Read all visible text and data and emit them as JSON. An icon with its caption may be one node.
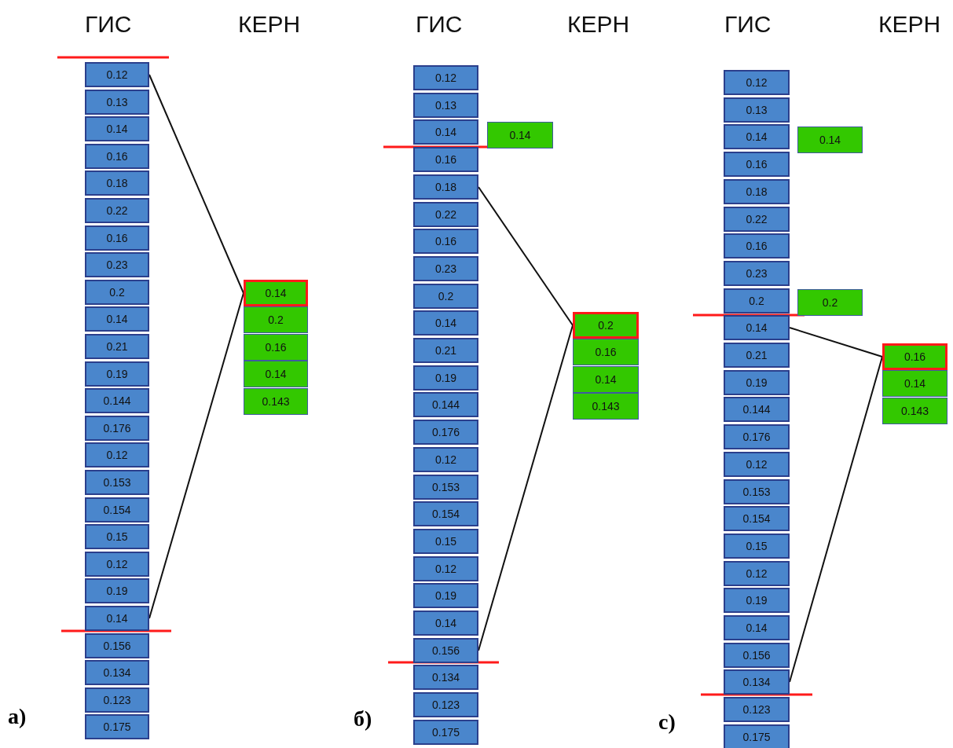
{
  "diagram": {
    "nodes": [
      {
        "text": [
          "0.12"
        ]
      },
      {
        "text": [
          "0.13"
        ]
      },
      {
        "text": [
          "0.14"
        ]
      },
      {
        "text": [
          "0.16"
        ]
      },
      {
        "text": [
          "0.18"
        ]
      },
      {
        "text": [
          "0.22"
        ]
      },
      {
        "text": [
          "0.16"
        ]
      },
      {
        "text": [
          "0.23"
        ]
      },
      {
        "text": [
          "0.2"
        ]
      },
      {
        "text": [
          "0.14"
        ]
      },
      {
        "text": [
          "0.21"
        ]
      },
      {
        "text": [
          "0.19"
        ]
      },
      {
        "text": [
          "0.144"
        ]
      },
      {
        "text": [
          "0.176"
        ]
      },
      {
        "text": [
          "0.12"
        ]
      },
      {
        "text": [
          "0.153"
        ]
      },
      {
        "text": [
          "0.154"
        ]
      },
      {
        "text": [
          "0.15"
        ]
      },
      {
        "text": [
          "0.12"
        ]
      },
      {
        "text": [
          "0.19"
        ]
      },
      {
        "text": [
          "0.14"
        ]
      },
      {
        "text": [
          "0.156"
        ]
      },
      {
        "text": [
          "0.134"
        ]
      },
      {
        "text": [
          "0.123"
        ]
      },
      {
        "text": [
          "0.175"
        ]
      },
      {
        "text": [
          "0.14"
        ]
      },
      {
        "text": [
          "0.2"
        ]
      },
      {
        "text": [
          "0.16"
        ]
      },
      {
        "text": [
          "0.14"
        ]
      },
      {
        "text": [
          "0.143"
        ]
      },
      {
        "text": [
          "0.12"
        ]
      },
      {
        "text": [
          "0.13"
        ]
      },
      {
        "text": [
          "0.14"
        ]
      },
      {
        "text": [
          "0.16"
        ]
      },
      {
        "text": [
          "0.18"
        ]
      },
      {
        "text": [
          "0.22"
        ]
      },
      {
        "text": [
          "0.16"
        ]
      },
      {
        "text": [
          "0.23"
        ]
      },
      {
        "text": [
          "0.2"
        ]
      },
      {
        "text": [
          "0.14"
        ]
      },
      {
        "text": [
          "0.21"
        ]
      },
      {
        "text": [
          "0.19"
        ]
      },
      {
        "text": [
          "0.144"
        ]
      },
      {
        "text": [
          "0.176"
        ]
      },
      {
        "text": [
          "0.12"
        ]
      },
      {
        "text": [
          "0.153"
        ]
      },
      {
        "text": [
          "0.154"
        ]
      },
      {
        "text": [
          "0.15"
        ]
      },
      {
        "text": [
          "0.12"
        ]
      },
      {
        "text": [
          "0.19"
        ]
      },
      {
        "text": [
          "0.14"
        ]
      },
      {
        "text": [
          "0.156"
        ]
      },
      {
        "text": [
          "0.134"
        ]
      },
      {
        "text": [
          "0.123"
        ]
      },
      {
        "text": [
          "0.175"
        ]
      },
      {
        "text": [
          "0.14"
        ]
      },
      {
        "text": [
          "0.2"
        ]
      },
      {
        "text": [
          "0.16"
        ]
      },
      {
        "text": [
          "0.14"
        ]
      },
      {
        "text": [
          "0.143"
        ]
      },
      {
        "text": [
          "0.12"
        ]
      },
      {
        "text": [
          "0.13"
        ]
      },
      {
        "text": [
          "0.14"
        ]
      },
      {
        "text": [
          "0.16"
        ]
      },
      {
        "text": [
          "0.18"
        ]
      },
      {
        "text": [
          "0.22"
        ]
      },
      {
        "text": [
          "0.16"
        ]
      },
      {
        "text": [
          "0.23"
        ]
      },
      {
        "text": [
          "0.2"
        ]
      },
      {
        "text": [
          "0.14"
        ]
      },
      {
        "text": [
          "0.21"
        ]
      },
      {
        "text": [
          "0.19"
        ]
      },
      {
        "text": [
          "0.144"
        ]
      },
      {
        "text": [
          "0.176"
        ]
      },
      {
        "text": [
          "0.12"
        ]
      },
      {
        "text": [
          "0.153"
        ]
      },
      {
        "text": [
          "0.154"
        ]
      },
      {
        "text": [
          "0.15"
        ]
      },
      {
        "text": [
          "0.12"
        ]
      },
      {
        "text": [
          "0.19"
        ]
      },
      {
        "text": [
          "0.14"
        ]
      },
      {
        "text": [
          "0.156"
        ]
      },
      {
        "text": [
          "0.134"
        ]
      },
      {
        "text": [
          "0.123"
        ]
      },
      {
        "text": [
          "0.175"
        ]
      },
      {
        "text": [
          "0.14"
        ]
      },
      {
        "text": [
          "0.2"
        ]
      },
      {
        "text": [
          "0.16"
        ]
      },
      {
        "text": [
          "0.14"
        ]
      },
      {
        "text": [
          "0.143"
        ]
      }
    ],
    "edges": [
      {
        "from": 0,
        "to": 25,
        "arrow": "none"
      },
      {
        "from": 20,
        "to": 25,
        "arrow": "none"
      },
      {
        "from": 34,
        "to": 56,
        "arrow": "none"
      },
      {
        "from": 51,
        "to": 56,
        "arrow": "none"
      },
      {
        "from": 69,
        "to": 87,
        "arrow": "none"
      },
      {
        "from": 82,
        "to": 87,
        "arrow": "none"
      }
    ],
    "labels": [
      "ГИС",
      "КЕРН",
      "ГИС",
      "КЕРН",
      "ГИС",
      "КЕРН",
      "a)",
      "б)",
      "c)"
    ]
  }
}
